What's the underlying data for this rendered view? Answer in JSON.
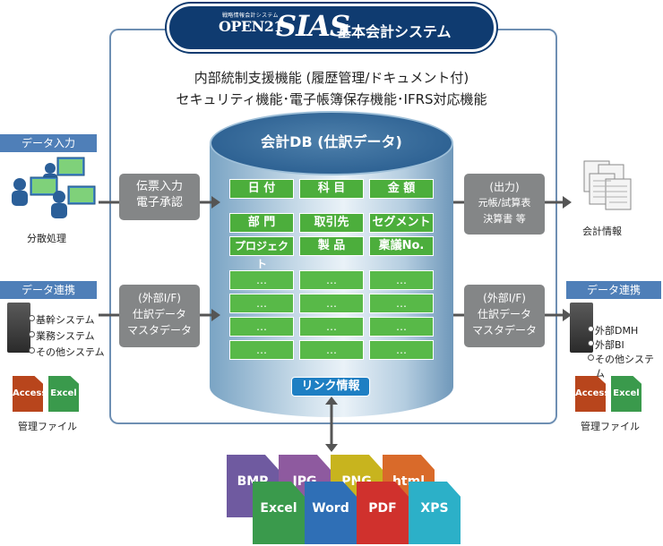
{
  "header": {
    "logo_small": "戦略情報会計システム",
    "logo_open": "OPEN21",
    "logo_sias": "SIAS",
    "title": "基本会計システム"
  },
  "features": [
    "内部統制支援機能 (履歴管理/ドキュメント付)",
    "セキュリティ機能･電子帳簿保存機能･IFRS対応機能"
  ],
  "db": {
    "title": "会計DB (仕訳データ)",
    "row1": [
      "日 付",
      "科 目",
      "金 額"
    ],
    "row2": [
      "部 門",
      "取引先",
      "セグメント"
    ],
    "row3": [
      "プロジェクト",
      "製 品",
      "稟議No."
    ],
    "dots": "…",
    "link": "リンク情報"
  },
  "left": {
    "data_input_tag": "データ入力",
    "distributed_label": "分散処理",
    "box1": [
      "伝票入力",
      "電子承認"
    ],
    "data_link_tag": "データ連携",
    "systems": [
      "基幹システム",
      "業務システム",
      "その他システム"
    ],
    "box2": [
      "(外部I/F)",
      "仕訳データ",
      "マスタデータ"
    ],
    "files": [
      "Access",
      "Excel"
    ],
    "files_label": "管理ファイル"
  },
  "right": {
    "box1": [
      "(出力)",
      "元帳/試算表",
      "決算書 等"
    ],
    "accounting_info_label": "会計情報",
    "box2": [
      "(外部I/F)",
      "仕訳データ",
      "マスタデータ"
    ],
    "data_link_tag": "データ連携",
    "systems": [
      "外部DMH",
      "外部BI",
      "その他システム"
    ],
    "files": [
      "Access",
      "Excel"
    ],
    "files_label": "管理ファイル"
  },
  "formats": {
    "top": [
      "BMP",
      "JPG",
      "PNG",
      "html"
    ],
    "bottom": [
      "Excel",
      "Word",
      "PDF",
      "XPS"
    ]
  },
  "colors": {
    "header_navy": "#0f3b70",
    "cell_green": "#4cae3c",
    "tag_blue": "#4f7fb8",
    "box_grey": "#848687",
    "link_blue": "#1e7fc3",
    "bmp": "#6f5aa0",
    "jpg": "#8e5a9f",
    "png": "#c8b41e",
    "html": "#d96a2a",
    "excel": "#3a9a4c",
    "word": "#2f6fb6",
    "pdf": "#d0312d",
    "xps": "#2cb0c8",
    "access": "#b8451c"
  },
  "icons": [
    "user-computer-icon",
    "server-tower-icon",
    "document-stack-icon",
    "access-file-icon",
    "excel-file-icon",
    "bidirectional-arrow-icon"
  ]
}
